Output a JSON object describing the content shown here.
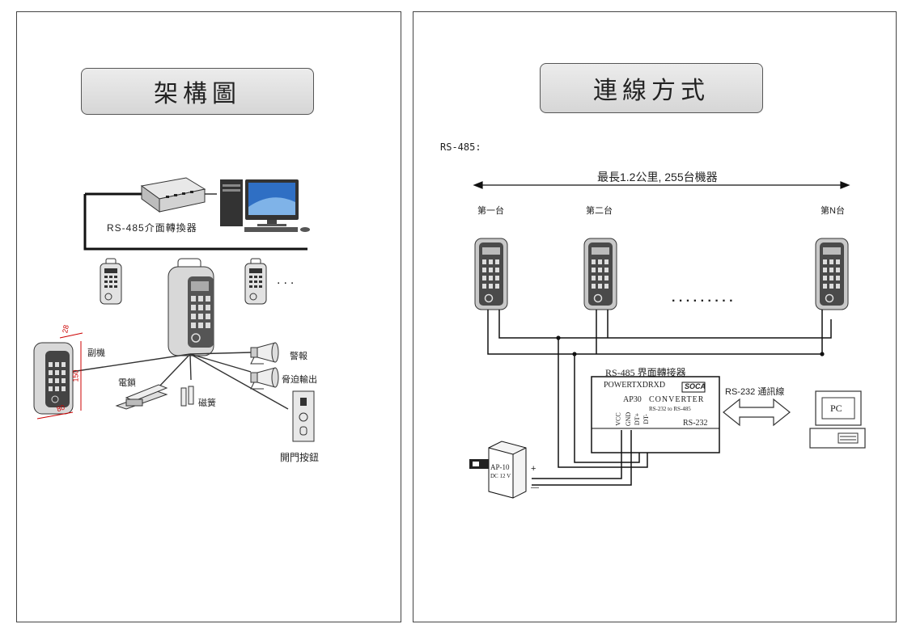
{
  "left": {
    "title": "架構圖",
    "converter_label": "RS-485介面轉換器",
    "dots": "...",
    "sub_unit_label": "副機",
    "dim_top": "28",
    "dim_side": "150",
    "dim_bottom": "80",
    "alarm_label": "警報",
    "duress_label": "脅迫輸出",
    "lock_label": "電鎖",
    "magnet_label": "磁簧",
    "exit_button_label": "開門按鈕"
  },
  "right": {
    "title": "連線方式",
    "protocol_label": "RS-485:",
    "distance_label": "最長1.2公里, 255台機器",
    "unit_1_label": "第一台",
    "unit_2_label": "第二台",
    "unit_n_label": "第N台",
    "dots": ". . . . . . . . .",
    "converter_title": "RS-485 界面轉接器",
    "led_labels": "POWERTXDRXD",
    "brand": "SOCA",
    "model": "AP30",
    "converter_word": "CONVERTER",
    "converter_sub": "RS-232  to  RS-485",
    "rs232_port": "RS-232",
    "pin_vcc": "VCC",
    "pin_gnd": "GND",
    "pin_dtp": "DT+",
    "pin_dtm": "DT-",
    "cable_label": "RS-232 通訊線",
    "pc_label": "PC",
    "psu_model": "AP-10",
    "psu_voltage": "DC 12 V",
    "plus": "+",
    "minus": "—"
  }
}
